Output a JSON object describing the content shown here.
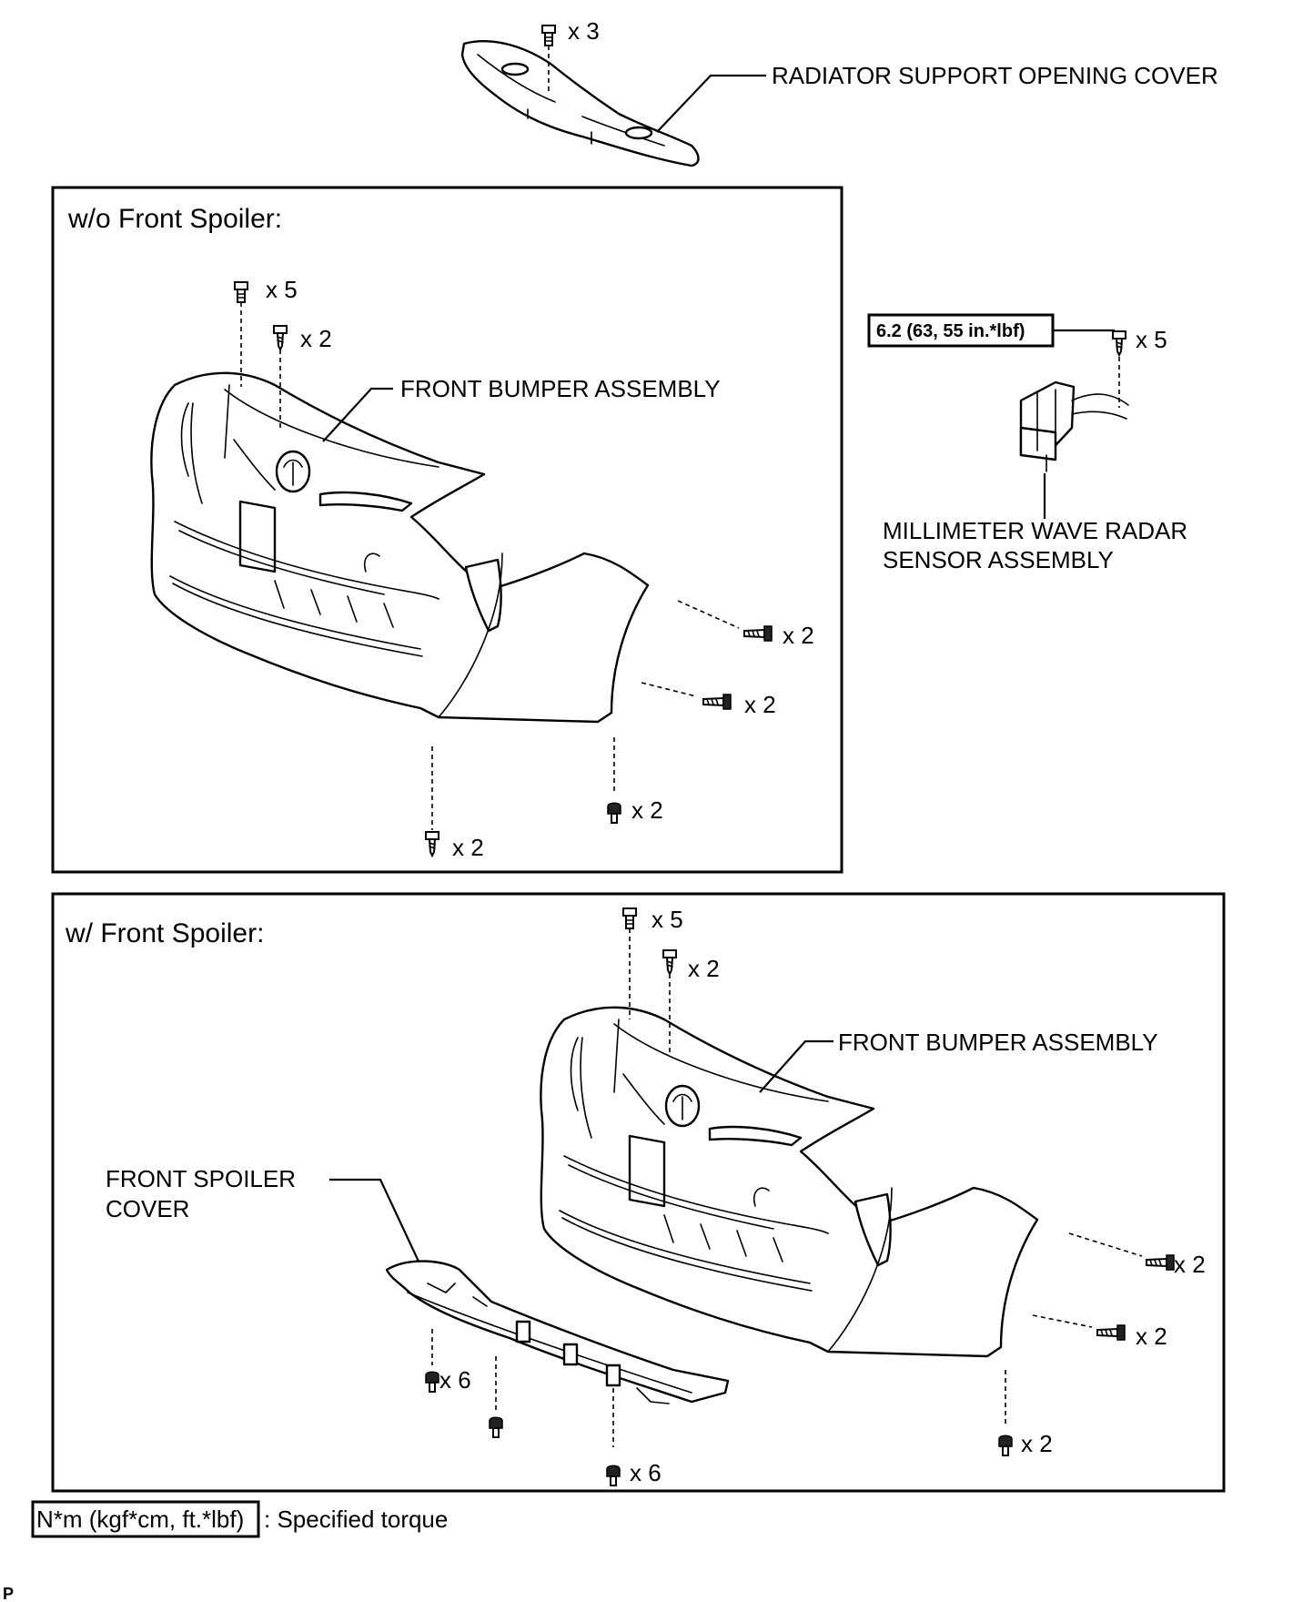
{
  "labels": {
    "radiator_cover": "RADIATOR SUPPORT OPENING COVER",
    "panel1_title": "w/o Front Spoiler:",
    "panel2_title": "w/ Front Spoiler:",
    "front_bumper_1": "FRONT BUMPER ASSEMBLY",
    "front_bumper_2": "FRONT BUMPER ASSEMBLY",
    "radar_line1": "MILLIMETER WAVE RADAR",
    "radar_line2": "SENSOR ASSEMBLY",
    "spoiler_line1": "FRONT SPOILER",
    "spoiler_line2": "COVER"
  },
  "torque": {
    "radar_value": "6.2 (63, 55 in.*lbf)"
  },
  "legend": {
    "unit_box": "N*m (kgf*cm, ft.*lbf)",
    "description": ": Specified torque"
  },
  "corner_mark": "P",
  "quantities": {
    "cover_clips": "x 3",
    "p1_top_clips": "x 5",
    "p1_top_screws": "x 2",
    "p1_side_screws": "x 2",
    "p1_side_bolts": "x 2",
    "p1_bottom_right": "x 2",
    "p1_bottom_left": "x 2",
    "radar_bolts": "x 5",
    "p2_top_clips": "x 5",
    "p2_top_screws": "x 2",
    "p2_side_screws": "x 2",
    "p2_side_bolts": "x 2",
    "p2_bottom_right": "x 2",
    "spoiler_left": "x 6",
    "spoiler_bottom": "x 6"
  }
}
